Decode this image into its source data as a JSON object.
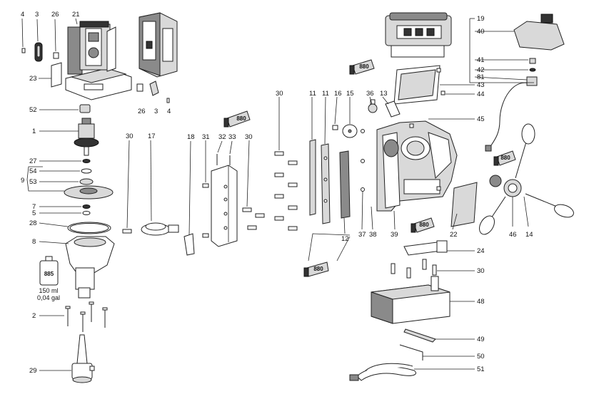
{
  "callouts": {
    "c1": "1",
    "c2": "2",
    "c3a": "3",
    "c3b": "3",
    "c4a": "4",
    "c4b": "4",
    "c5": "5",
    "c7": "7",
    "c8": "8",
    "c9": "9",
    "c11a": "11",
    "c11b": "11",
    "c12": "12",
    "c13": "13",
    "c14": "14",
    "c15": "15",
    "c16": "16",
    "c17": "17",
    "c18": "18",
    "c19": "19",
    "c21": "21",
    "c22": "22",
    "c23": "23",
    "c24": "24",
    "c26a": "26",
    "c26b": "26",
    "c27": "27",
    "c28": "28",
    "c29": "29",
    "c30a": "30",
    "c30b": "30",
    "c30c": "30",
    "c30d": "30",
    "c31": "31",
    "c32": "32",
    "c33": "33",
    "c36": "36",
    "c37": "37",
    "c38": "38",
    "c39": "39",
    "c40": "40",
    "c41": "41",
    "c42": "42",
    "c43": "43",
    "c44": "44",
    "c45": "45",
    "c46": "46",
    "c48": "48",
    "c49": "49",
    "c50": "50",
    "c51": "51",
    "c52": "52",
    "c53": "53",
    "c54": "54",
    "c81": "81"
  },
  "grease_tag": "880",
  "oil_bottle": {
    "label": "885",
    "volume_ml": "150 ml",
    "volume_gal": "0,04 gal"
  }
}
